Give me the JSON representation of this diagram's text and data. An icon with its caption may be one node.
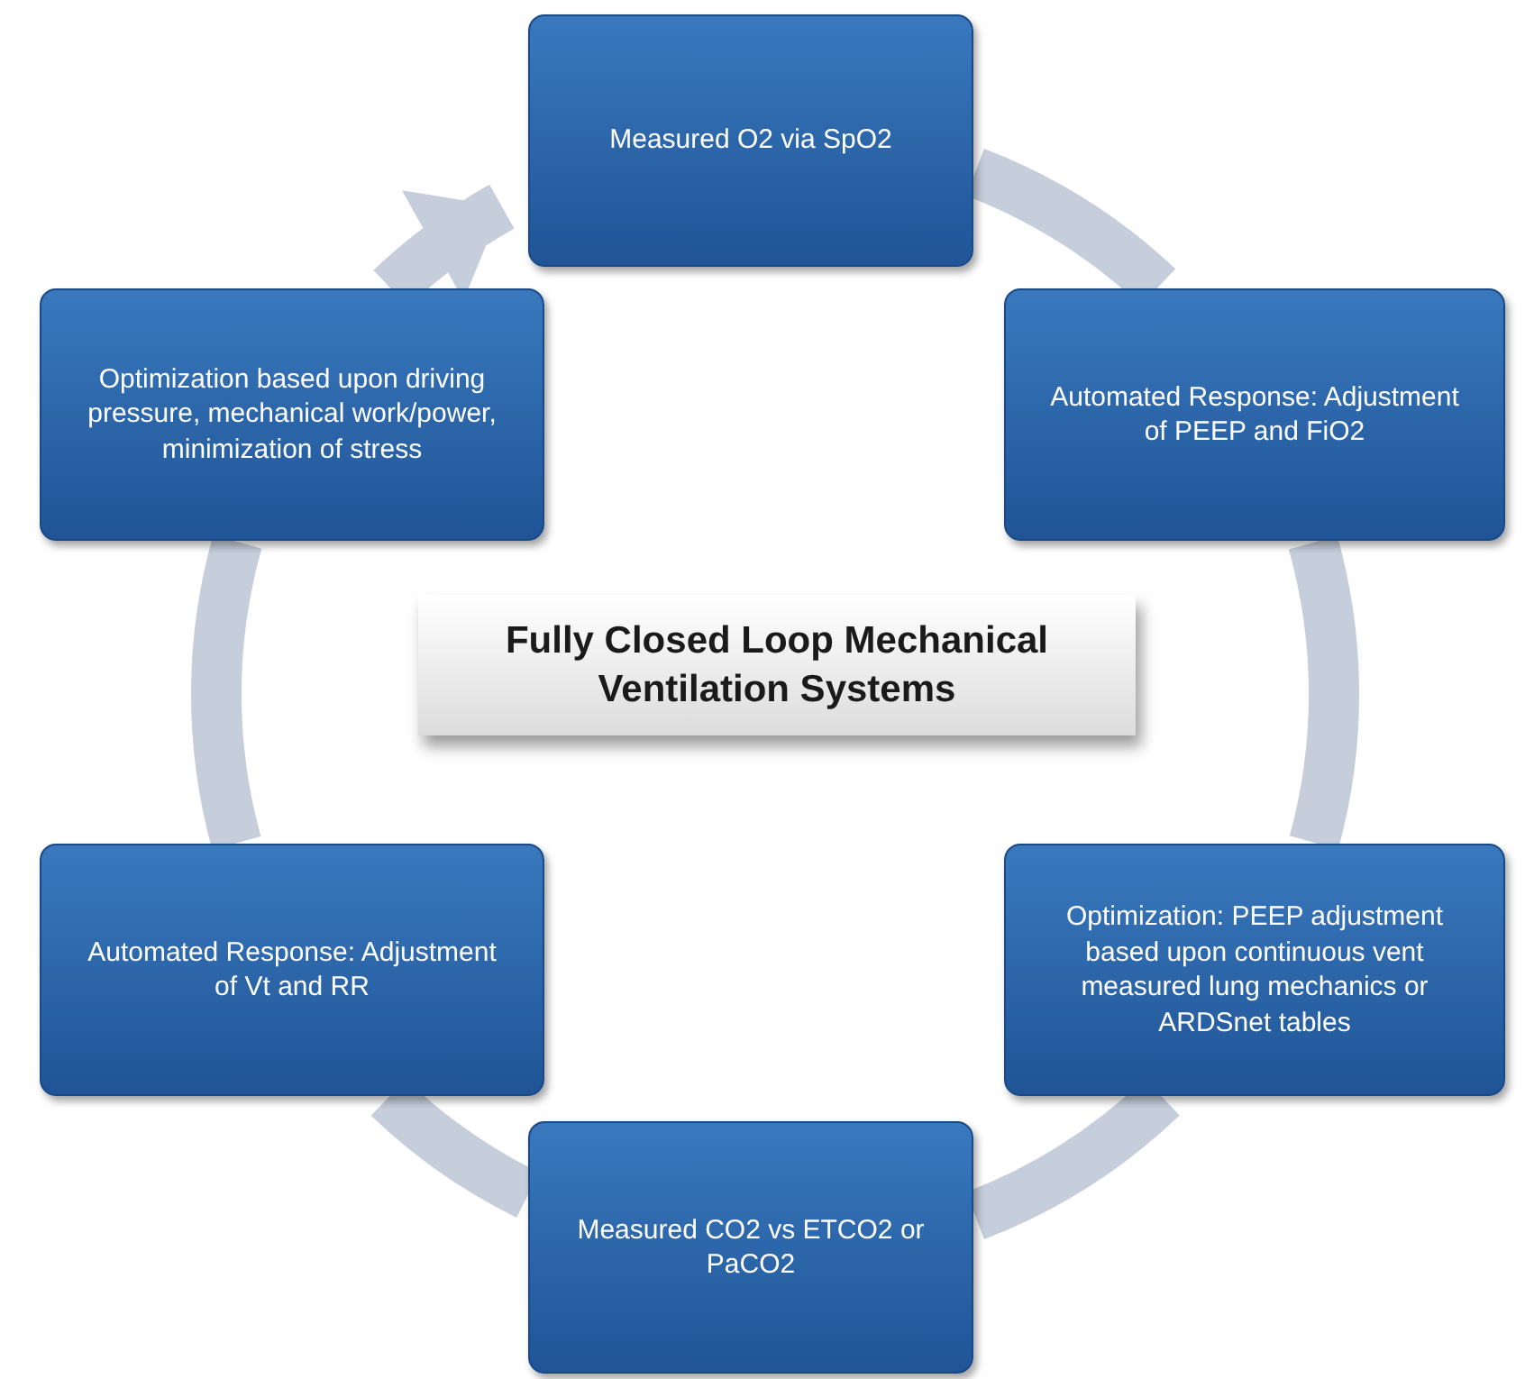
{
  "diagram": {
    "nodes": [
      {
        "text": [
          "Measured O2 via SpO2"
        ]
      },
      {
        "text": [
          "Automated Response: Adjustment of PEEP and FiO2"
        ]
      },
      {
        "text": [
          "Optimization: PEEP adjustment based upon continuous vent measured lung mechanics or ARDSnet tables"
        ]
      },
      {
        "text": [
          "Measured CO2 vs ETCO2 or PaCO2"
        ]
      },
      {
        "text": [
          "Automated Response: Adjustment of Vt and RR"
        ]
      },
      {
        "text": [
          "Optimization based upon driving pressure, mechanical work/power, minimization of stress"
        ]
      },
      {
        "text": [
          "Fully Closed Loop Mechanical Ventilation Systems"
        ]
      }
    ],
    "edges": [
      {
        "from": 0,
        "to": 1,
        "arrow": "none"
      },
      {
        "from": 1,
        "to": 2,
        "arrow": "none"
      },
      {
        "from": 2,
        "to": 3,
        "arrow": "none"
      },
      {
        "from": 3,
        "to": 4,
        "arrow": "none"
      },
      {
        "from": 4,
        "to": 5,
        "arrow": "none"
      },
      {
        "from": 5,
        "to": 0,
        "arrow": "to"
      }
    ]
  }
}
